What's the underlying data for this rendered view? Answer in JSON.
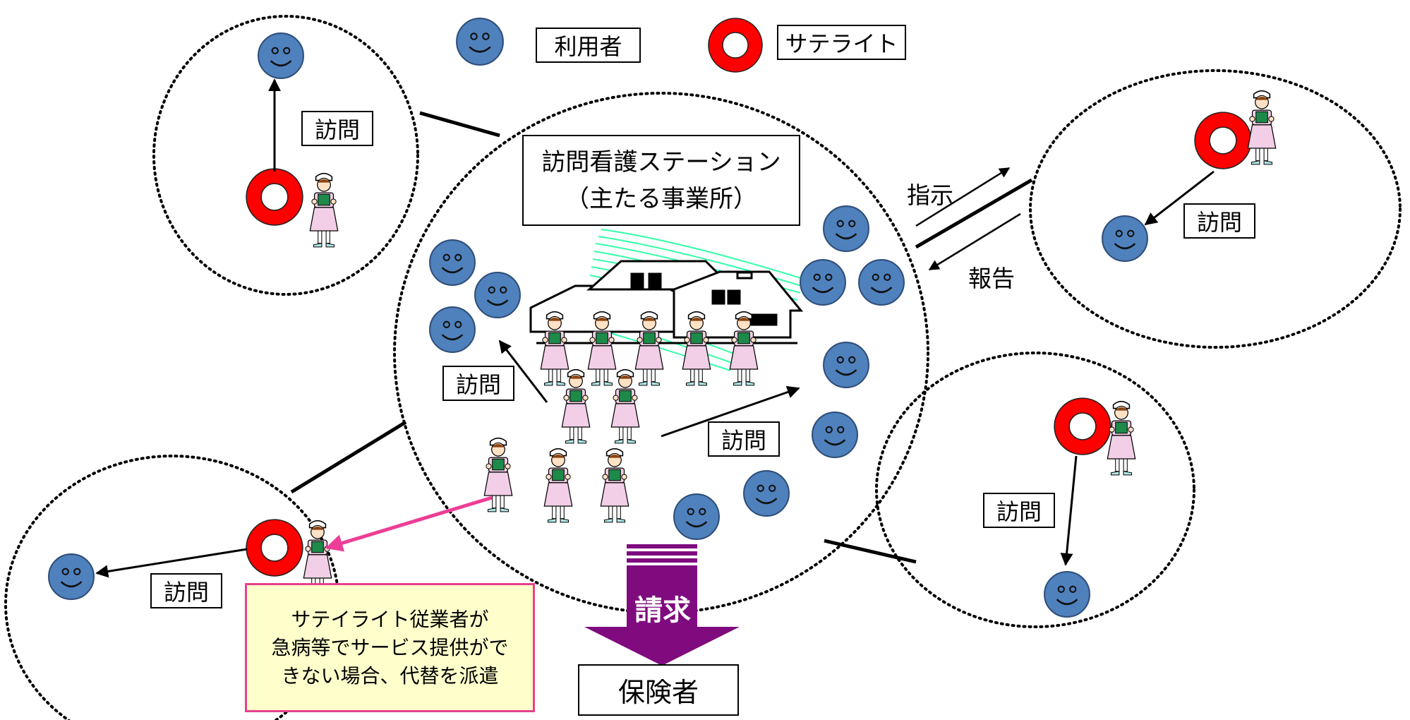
{
  "legend": {
    "user_label": "利用者",
    "satellite_label": "サテライト"
  },
  "station": {
    "line1": "訪問看護ステーション",
    "line2": "（主たる事業所）"
  },
  "visit_label": "訪問",
  "instruction_label": "指示",
  "report_label": "報告",
  "billing_label": "請求",
  "insurer_label": "保険者",
  "dispatch_note": {
    "line1": "サテイライト従業者が",
    "line2": "急病等でサービス提供がで",
    "line3": "きない場合、代替を派遣"
  },
  "colors": {
    "user_face": "#4f81bd",
    "satellite_ring": "#ff0000",
    "dispatch_arrow": "#ee3d96",
    "billing_arrow": "#7f0b7f",
    "note_fill": "#ffffcc",
    "speed_lines": "#33ffaa"
  }
}
